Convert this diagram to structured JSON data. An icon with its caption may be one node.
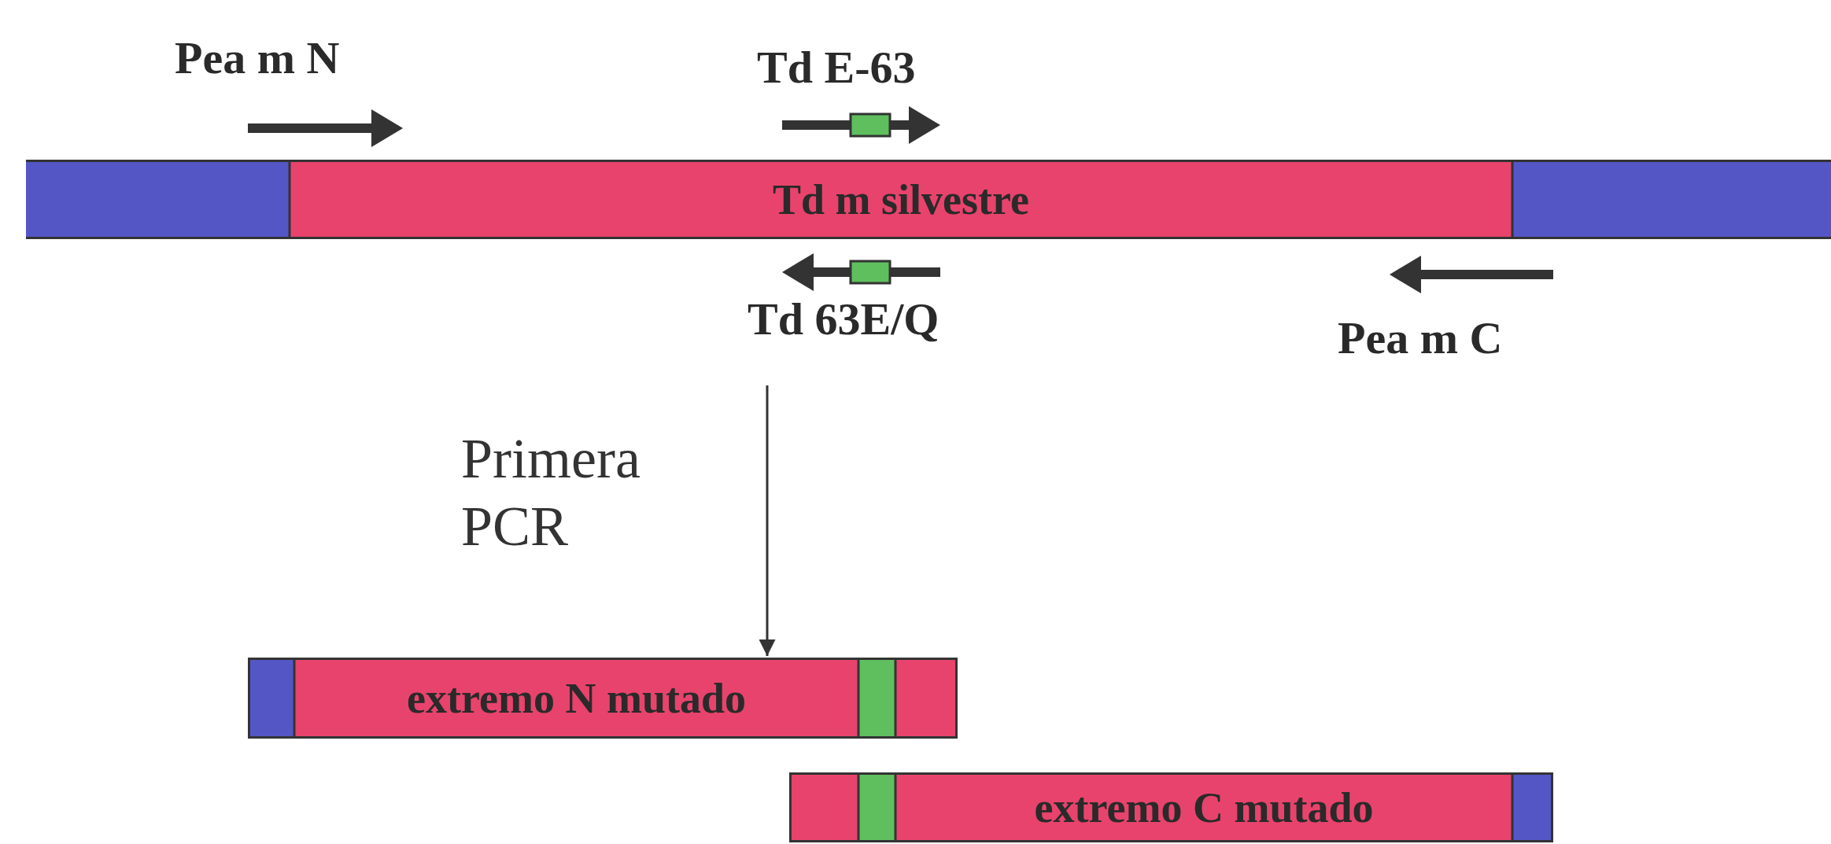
{
  "diagram": {
    "nodes": [
      {
        "text": [
          "Td m silvestre"
        ]
      },
      {
        "text": [
          "extremo N mutado"
        ]
      },
      {
        "text": [
          "extremo C mutado"
        ]
      }
    ],
    "edges": [
      {
        "from": null,
        "to": 1,
        "arrow": "to",
        "label": "Primera PCR"
      }
    ],
    "labels": [
      "Pea m N",
      "Td E-63",
      "Td 63E/Q",
      "Pea m C"
    ]
  }
}
